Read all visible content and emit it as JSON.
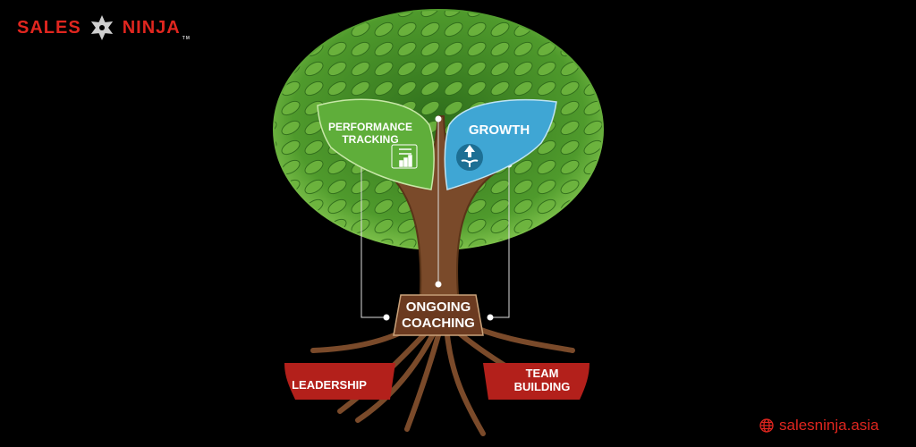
{
  "logo": {
    "left": "SALES",
    "right": "NINJA",
    "tm": "TM",
    "icon": "shuriken-icon"
  },
  "website": {
    "icon": "globe-icon",
    "text": "salesninja.asia"
  },
  "diagram": {
    "branches": [
      {
        "line1": "PERFORMANCE",
        "line2": "TRACKING",
        "icon": "checklist-chart-icon",
        "color": "#5fae3a"
      },
      {
        "line1": "GROWTH",
        "icon": "plant-arrow-icon",
        "color": "#3fa6d4"
      }
    ],
    "trunk": {
      "line1": "ONGOING",
      "line2": "COACHING",
      "color": "#6b3a20"
    },
    "roots": [
      {
        "label": "LEADERSHIP",
        "color": "#b3201b"
      },
      {
        "line1": "TEAM",
        "line2": "BUILDING",
        "color": "#b3201b"
      }
    ]
  },
  "colors": {
    "brand": "#e0261f",
    "background": "#000000",
    "leaf": "#4f9a2c"
  }
}
